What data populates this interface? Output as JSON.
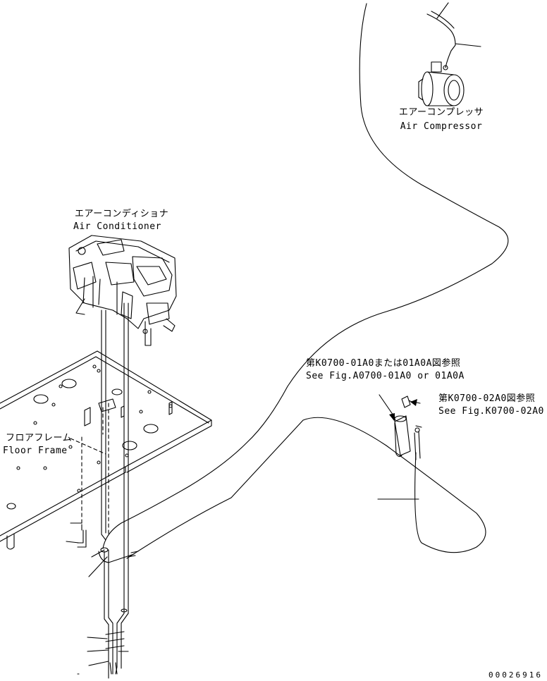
{
  "labels": {
    "compressor_jp": "エアーコンプレッサ",
    "compressor_en": "Air Compressor",
    "aircon_jp": "エアーコンディショナ",
    "aircon_en": "Air Conditioner",
    "floor_jp": "フロアフレーム",
    "floor_en": "Floor Frame",
    "ref1_jp": "第K0700-01A0または01A0A図参照",
    "ref1_en": "See Fig.A0700-01A0 or 01A0A",
    "ref2_jp": "第K0700-02A0図参照",
    "ref2_en": "See Fig.K0700-02A0"
  },
  "document_number": "00026916",
  "colors": {
    "line": "#000000",
    "background": "#ffffff"
  }
}
